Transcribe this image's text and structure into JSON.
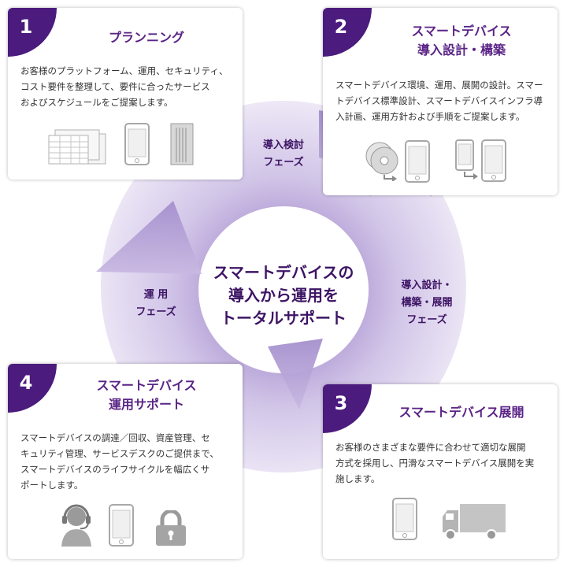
{
  "center": {
    "title": "スマートデバイスの\n導入から運用を\nトータルサポート"
  },
  "phases": [
    {
      "label": "導入検討\nフェーズ"
    },
    {
      "label": "導入設計・\n構築・展開\nフェーズ"
    },
    {
      "label": "運 用\nフェーズ"
    }
  ],
  "steps": [
    {
      "number": "1",
      "title": "プランニング",
      "body": "お客様のプラットフォーム、運用、セキュリティ、\nコスト要件を整理して、要件に合ったサービス\nおよびスケジュールをご提案します。",
      "icons": [
        "spreadsheet-documents-icon",
        "smartphone-icon",
        "server-rack-icon"
      ]
    },
    {
      "number": "2",
      "title": "スマートデバイス\n導入設計・構築",
      "body": "スマートデバイス環境、運用、展開の設計。スマー\nトデバイス標準設計、スマートデバイスインフラ導\n入計画、運用方針および手順をご提案します。",
      "icons": [
        "disc-install-icon",
        "smartphone-icon",
        "device-transfer-icon"
      ]
    },
    {
      "number": "3",
      "title": "スマートデバイス展開",
      "body": "お客様のさまざまな要件に合わせて適切な展開\n方式を採用し、円滑なスマートデバイス展開を実\n施します。",
      "icons": [
        "smartphone-icon",
        "delivery-truck-icon"
      ]
    },
    {
      "number": "4",
      "title": "スマートデバイス\n運用サポート",
      "body": "スマートデバイスの調達／回収、資産管理、セ\nキュリティ管理、サービスデスクのご提供まで、\nスマートデバイスのライフサイクルを幅広くサ\nポートします。",
      "icons": [
        "support-headset-icon",
        "smartphone-icon",
        "padlock-icon"
      ]
    }
  ],
  "colors": {
    "accent": "#4b1b7d",
    "title": "#5a2386",
    "ring_light": "#e8e0f2",
    "ring_dark": "#9f87c7",
    "icon_gray": "#b0b0b0"
  }
}
